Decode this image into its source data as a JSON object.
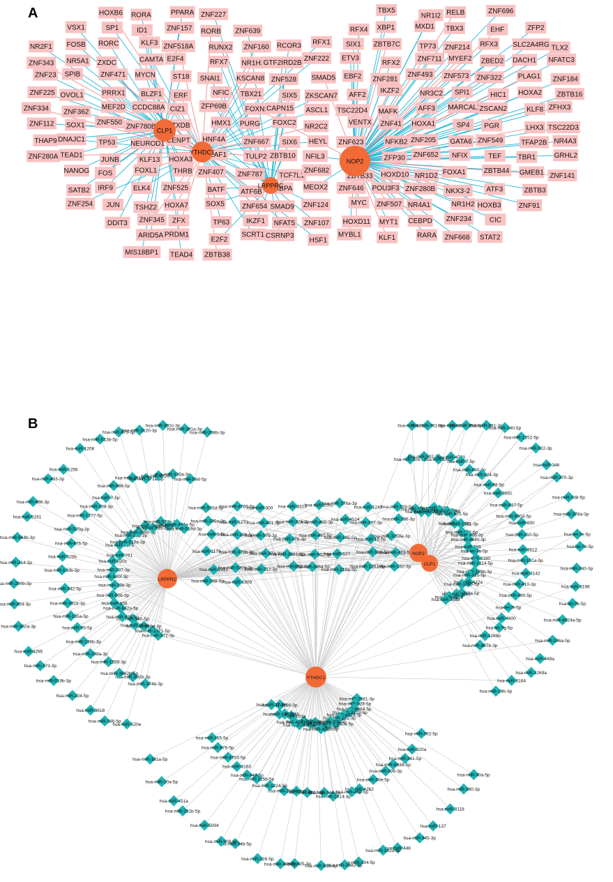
{
  "panel_a": {
    "letter": "A",
    "hubs": [
      {
        "id": "CLP1",
        "label": "CLP1"
      },
      {
        "id": "YTHDC1",
        "label": "YTHDC1"
      },
      {
        "id": "LRPPRC",
        "label": "LRPPRC"
      },
      {
        "id": "NOP2",
        "label": "NOP2"
      }
    ],
    "colors": {
      "tf_box": "#f9c2c2",
      "hub": "#f26a36",
      "edge_main": "#1fb8d8",
      "edge_alt": "#f08a8a"
    },
    "nodes": [
      "HOXB6",
      "RORA",
      "PPARA",
      "ZNF227",
      "TBX5",
      "NR1I2",
      "RELB",
      "ZNF696",
      "VSX1",
      "SP1",
      "ID1",
      "ZNF157",
      "RORB",
      "ZNF639",
      "RFX4",
      "XBP1",
      "MXD1",
      "TBX3",
      "EHF",
      "ZFP2",
      "NR2F1",
      "FOSB",
      "RORC",
      "KLF3",
      "ZNF518A",
      "RUNX2",
      "ZNF160",
      "RCOR3",
      "RFX1",
      "SIX1",
      "ZBTB7C",
      "TP73",
      "ZNF214",
      "RFX3",
      "SLC2A4RG",
      "TLX2",
      "ZNF343",
      "NR5A1",
      "ZXDC",
      "CAMTA",
      "E2F4",
      "RFX7",
      "NR1H3",
      "GTF2IRD2B",
      "ZNF222",
      "ETV3",
      "RFX2",
      "ZNF711",
      "MYEF2",
      "ZBED2",
      "DACH1",
      "NFATC3",
      "ZNF23",
      "SPIB",
      "ZNF471",
      "MYCN",
      "ST18",
      "SNAI1",
      "KSCAN8",
      "ZNF528",
      "SMAD5",
      "EBF2",
      "ZNF281",
      "ZNF493",
      "ZNF573",
      "ZNF322",
      "PLAG1",
      "ZNF184",
      "ZNF225",
      "OVOL1",
      "PRRX1",
      "BLZF1",
      "ERF",
      "NFIC",
      "TBX21",
      "SIX5",
      "ZKSCAN7",
      "AFF2",
      "IKZF2",
      "NR3C2",
      "SPI1",
      "HIC1",
      "HOXA2",
      "ZBTB16",
      "ZNF334",
      "ZNF362",
      "MEF2D",
      "CCDC88A",
      "CIZ1",
      "ZFP69B",
      "FOXN2",
      "CAPN15",
      "ASCL1",
      "TSC22D4",
      "MAFK",
      "AFF3",
      "MARCAL1",
      "ZSCAN2",
      "KLF8",
      "ZFHX3",
      "ZNF112",
      "SOX1",
      "ZNF550",
      "ZNF780B",
      "ZXDB",
      "HMX1",
      "PURG",
      "FOXC2",
      "NR2C2",
      "VENTX",
      "ZNF41",
      "HOXA1",
      "SP4",
      "PGR",
      "LHX3",
      "TSC22D3",
      "THAP9",
      "DNAJC1",
      "TP53",
      "NEUROD1",
      "CENPT",
      "HNF4A",
      "ZNF667",
      "SIX6",
      "HEYL",
      "ZNF623",
      "NFKB2",
      "ZNF205",
      "GATA6",
      "ZNF549",
      "TFAP2B",
      "NR4A3",
      "ZNF280A",
      "TEAD1",
      "JUNB",
      "KLF13",
      "HOXA3",
      "DEAF1",
      "TULP2",
      "ZBTB10",
      "NFIL3",
      "AHCTF1",
      "ZFP30",
      "ZNF652",
      "NFIX",
      "TEF",
      "TBR1",
      "GRHL2",
      "NANOG",
      "FOS",
      "FOXL1",
      "THRB",
      "ZNF407",
      "ZNF787",
      "TCF7L1",
      "ZNF682",
      "ZBTB33",
      "HOXD10",
      "NR1D2",
      "FOXA1",
      "ZBTB44",
      "GMEB1",
      "ZNF141",
      "SATB2",
      "IRF9",
      "ELK4",
      "ZNF525",
      "BATF",
      "ATF6B",
      "GABPA",
      "MEOX2",
      "ZNF646",
      "POU3F3",
      "ZNF280B",
      "NKX3-2",
      "ATF3",
      "ZBTB3",
      "ZNF254",
      "JUN",
      "TSHZ2",
      "HOXA7",
      "SOX5",
      "ZNF654",
      "SMAD9",
      "ZNF124",
      "MYC",
      "ZNF507",
      "NR4A1",
      "NR1H2",
      "HOXB3",
      "ZNF91",
      "DDIT3",
      "ZNF345",
      "ZFX",
      "TP63",
      "IKZF1",
      "NFAT5",
      "ZNF107",
      "HOXD11",
      "MYT1",
      "CEBPD",
      "ZNF234",
      "CIC",
      "ARID5A",
      "PRDM1",
      "E2F2",
      "SCRT1",
      "CSRNP3",
      "HSF1",
      "MYBL1",
      "KLF1",
      "RARA",
      "ZNF668",
      "STAT2",
      "MIS18BP1",
      "TEAD4",
      "ZBTB38"
    ]
  },
  "panel_b": {
    "letter": "B",
    "hubs": [
      {
        "id": "LRPPRC",
        "label": "LRPPRC"
      },
      {
        "id": "NOP2",
        "label": "NOP2"
      },
      {
        "id": "CLP1",
        "label": "CLP1"
      },
      {
        "id": "YTHDC1",
        "label": "YTHDC1"
      }
    ],
    "colors": {
      "mirna": "#1fb5b5",
      "hub": "#f26a36",
      "edge": "#c8c8c8"
    },
    "nodes": [
      "hsa-miR-372-3p",
      "hsa-miR-374b-3p",
      "hsa-miR-520e",
      "hsa-miR-1271-5p",
      "hsa-miR-302b-3p",
      "hsa-miR-186-5p",
      "hsa-miR-520d-3p",
      "hsa-miR-3662b-5p",
      "hsa-miR-3618",
      "hsa-miR-302e",
      "hsa-miR-1285-3p",
      "hsa-miR-224-5p",
      "hsa-miR-340-5p",
      "hsa-miR-208a-3p",
      "hsa-miR-519b-3p",
      "hsa-miR-425-5p",
      "hsa-miR-136b-3p",
      "hsa-miR-373-3p",
      "hsa-miR-842a-5p",
      "hsa-miR-95-5p",
      "hsa-miR-4295",
      "hsa-miR-656",
      "hsa-miR-135a-5p",
      "hsa-miR-302a-3p",
      "hsa-miR-506-3p",
      "hsa-miR-302d-3p",
      "hsa-miR-454-3p",
      "hsa-miR-19b-3p",
      "hsa-miR-142-5p",
      "hsa-miR-200b-3p",
      "hsa-miR-520f-3p",
      "hsa-miR-130b-3p",
      "hsa-miR-214-3p",
      "hsa-miR-337-3p",
      "hsa-miR-520b",
      "hsa-miR-664b-3p",
      "hsa-miR-520c",
      "hsa-miR-876-5p",
      "hsa-miR-5161",
      "hsa-miR-761",
      "hsa-miR-520g-3p",
      "hsa-miR-486-3p",
      "hsa-miR-2278",
      "hsa-miR-1277-5p",
      "hsa-miR-433-3p",
      "hsa-miR-519a-3p",
      "hsa-miR-338-3p",
      "hsa-miR-1256",
      "hsa-miR-23a-3p",
      "hsa-miR-7-5p",
      "hsa-miR-1208",
      "hsa-miR-3590-3p",
      "hsa-miR-888-5p",
      "hsa-miR-513b-5p",
      "hsa-miR-802",
      "hsa-miR-301b-3p",
      "hsa-miR-875-5p",
      "hsa-miR-23b-3p",
      "hsa-miR-371a-3p",
      "hsa-miR-3120-3p",
      "hsa-miR-520c-3p",
      "hsa-miR-4726-5p",
      "hsa-miR-302c-3p",
      "hsa-miR-574-3p",
      "hsa-miR-130a-3p",
      "hsa-miR-301a-3p",
      "hsa-miR-499a-5p",
      "hsa-miR-584-5p",
      "hsa-miR-208b-3p",
      "hsa-miR-519d-3p",
      "hsa-miR-506-3p",
      "hsa-miR-326-3p",
      "hsa-miR-1915",
      "hsa-miR-324-3p",
      "hsa-miR-502-3p",
      "hsa-miR-361-3p",
      "hsa-miR-4458",
      "hsa-miR-147a",
      "hsa-miR-3047",
      "hsa-miR-1193",
      "hsa-miR-4770",
      "hsa-miR-154-5p",
      "hsa-miR-3180-3p",
      "hsa-miR-7-5p",
      "hsa-miR-561-3p",
      "hsa-miR-498",
      "hsa-miR-490-3p",
      "hsa-miR-140-5p",
      "hsa-miR-671-5p",
      "hsa-miR-124-3p",
      "hsa-miR-1252-5p",
      "hsa-miR-140-3p",
      "hsa-miR-98-5p",
      "hsa-miR-522-3p",
      "hsa-miR-1301-3p",
      "hsa-miR-3691",
      "hsa-miR-346",
      "hsa-miR-627-5p",
      "hsa-miR-637-5p",
      "hsa-miR-370-3p",
      "hsa-miR-486-3p",
      "hsa-miR-6504-5p",
      "hsa-miR-138-5p",
      "hsa-miR-4640-3p",
      "hsa-miR-650",
      "hsa-miR-378a-3p",
      "hsa-miR-588",
      "hsa-miR-210-5p",
      "hsa-let-7e-5p",
      "hsa-let-7a-5p",
      "hsa-miR-3612",
      "hsa-let-7b-5p",
      "hsa-miR-3180",
      "hsa-miR-151a-5p",
      "hsa-miR-140-3p",
      "hsa-miR-2114-5p",
      "hsa-miR-3142",
      "hsa-miR-3196",
      "hsa-miR-199b-3p",
      "hsa-miR-410-3p",
      "hsa-let-7b-5p",
      "hsa-miR-335-5p",
      "hsa-miR-490-5p",
      "hsa-miR-4524a-5p",
      "hsa-miR-422a",
      "hsa-let-7f-5p",
      "hsa-miR-186a-5p",
      "hsa-miR-196b-5p",
      "hsa-miR-4600",
      "hsa-miR-449a",
      "hsa-miR-219a-5p",
      "hsa-let-7g-5p",
      "hsa-miR-1269a",
      "hsa-miR-320c",
      "hsa-miR-1269b",
      "hsa-miR-3164",
      "hsa-miR-4819",
      "hsa-miR-4676-3p",
      "hsa-miR-19b-3p",
      "hsa-miR-3688",
      "hsa-miR-2681-3p",
      "hsa-miR-392-5p",
      "hsa-miR-30a-5p",
      "hsa-miR-526-5p",
      "hsa-miR-320a",
      "hsa-miR-380-3p",
      "hsa-miR-6884-5p",
      "hsa-miR-361-5p",
      "hsa-miR-3118",
      "hsa-miR-3129-5p",
      "hsa-miR-6838-5p",
      "hsa-miR-137",
      "hsa-miR-487a-3p",
      "hsa-miR-506-3p",
      "hsa-miR-345-3p",
      "hsa-miR-221-3p",
      "hsa-miR-30e-5p",
      "hsa-miR-448",
      "hsa-miR-450a-5p",
      "hsa-miR-4262",
      "hsa-miR-181d-5p",
      "hsa-miR-20b-5p",
      "hsa-miR-452-5p",
      "hsa-miR-134-5p",
      "hsa-miR-8075",
      "hsa-miR-1814-3p",
      "hsa-miR-2682-5p",
      "hsa-miR-458b-5p",
      "hsa-miR-546-5p",
      "hsa-miR-616-3p",
      "hsa-miR-30c-5p",
      "hsa-miR-6807-3p",
      "hsa-miR-625-3p",
      "hsa-miR-153-3p",
      "hsa-miR-330-3p",
      "hsa-miR-30b-5p",
      "hsa-miR-5195-3p",
      "hsa-miR-222-3p",
      "hsa-miR-126-5p",
      "hsa-miR-30d-5p",
      "hsa-miR-1224-5p",
      "hsa-miR-34b-5p",
      "hsa-miR-4661-5p",
      "hsa-miR-125b-5p",
      "hsa-miR-508-5p",
      "hsa-miR-103a",
      "hsa-miR-940-5p",
      "hsa-miR-5094",
      "hsa-miR-1276",
      "hsa-miR-3163",
      "hsa-miR-181b-5p",
      "hsa-miR-145-5p",
      "hsa-miR-4703-5p",
      "hsa-miR-451a",
      "hsa-miR-4766-3p",
      "hsa-miR-876-5p",
      "hsa-miR-20a-5p",
      "hsa-miR-17-5p",
      "hsa-miR-155-5p",
      "hsa-miR-181a-5p",
      "hsa-miR-520d-5p",
      "hsa-miR-4766-5p",
      "hsa-miR-300",
      "hsa-miR-3323",
      "hsa-miR-2000",
      "hsa-miR-376a-3p",
      "hsa-miR-1249",
      "hsa-miR-129-5p",
      "hsa-miR-199a-3p",
      "hsa-miR-1270",
      "hsa-miR-491-5p",
      "hsa-miR-324-3p",
      "hsa-miR-495-3p",
      "hsa-miR-4524",
      "hsa-miR-197-3p",
      "hsa-miR-186-3p",
      "hsa-miR-543",
      "hsa-miR-15b-5p",
      "hsa-miR-579-3p",
      "hsa-miR-27b-3p",
      "hsa-miR-497-5p",
      "hsa-miR-195-5p",
      "hsa-miR-16-5p",
      "hsa-miR-3150a-3p",
      "hsa-miR-1179",
      "hsa-miR-378b-3p",
      "hsa-miR-27a-3p",
      "hsa-miR-3681-3p",
      "hsa-miR-542-3p",
      "hsa-miR-577",
      "hsa-miR-582-5p",
      "hsa-miR-423-5p",
      "hsa-miR-1913",
      "hsa-miR-520g-3p",
      "hsa-miR-212-3p",
      "hsa-miR-766-5p",
      "hsa-miR-3064-5p",
      "hsa-miR-218a-3p",
      "hsa-miR-1251-5p",
      "hsa-miR-132-3p",
      "hsa-miR-188-5p",
      "hsa-miR-1909"
    ]
  }
}
